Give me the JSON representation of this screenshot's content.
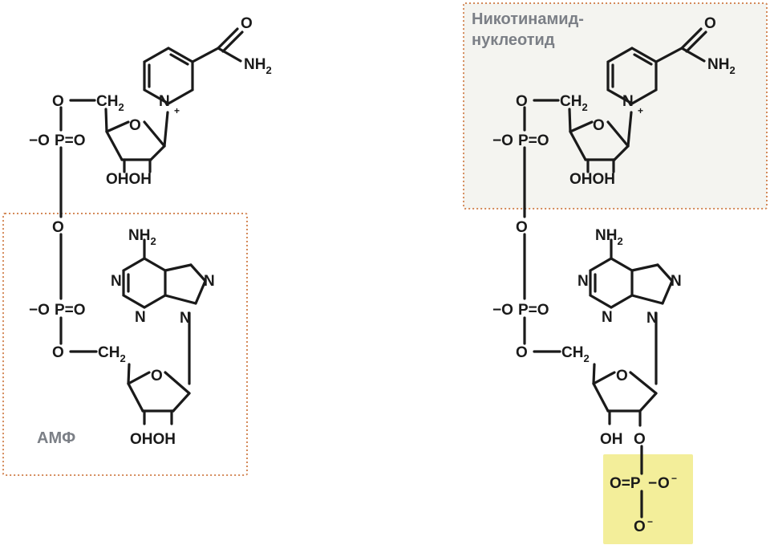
{
  "labels": {
    "amp": "АМФ",
    "nmn_line1": "Никотинамид-",
    "nmn_line2": "нуклеотид"
  },
  "atoms": {
    "O": "O",
    "O_minus": "−O",
    "P": "P",
    "P_eq_O": "P=O",
    "O_eq_P": "O=P",
    "CH": "CH",
    "sub2": "2",
    "NH": "NH",
    "N": "N",
    "N_plus": "N",
    "plus": "+",
    "OH": "OH",
    "OHOH": "OHOH",
    "minus": "−",
    "O_minus_right": "O"
  },
  "colors": {
    "ink": "#1a1a1a",
    "region_border": "#d48a5a",
    "nmn_box_fill": "#f4f4f0",
    "phosphate_highlight": "#f3ee9a",
    "label_gray": "#7b7f86"
  }
}
